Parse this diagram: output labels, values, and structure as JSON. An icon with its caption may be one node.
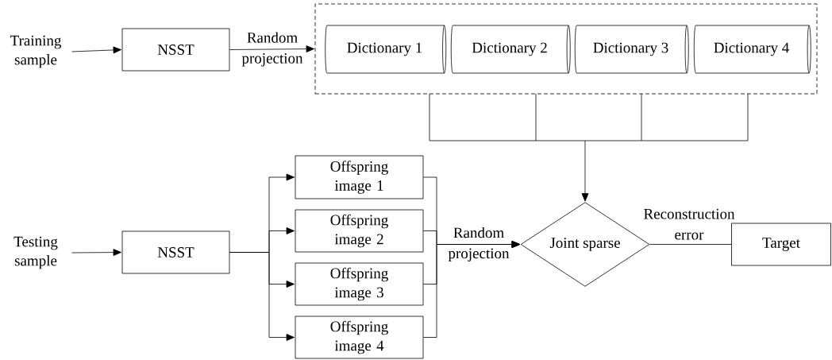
{
  "diagram": {
    "nodes": [
      {
        "text": [
          "Training sample"
        ]
      },
      {
        "text": [
          "NSST"
        ]
      },
      {
        "text": [],
        "shape": "box"
      },
      {
        "text": [
          "Dictionary 1"
        ],
        "in": 2
      },
      {
        "text": [
          "Dictionary 2"
        ],
        "in": 2
      },
      {
        "text": [
          "Dictionary 3"
        ],
        "in": 2
      },
      {
        "text": [
          "Dictionary 4"
        ],
        "in": 2
      },
      {
        "text": [
          "Testing sample"
        ]
      },
      {
        "text": [
          "NSST"
        ]
      },
      {
        "text": [
          "Offspring image 1"
        ]
      },
      {
        "text": [
          "Offspring image 2"
        ]
      },
      {
        "text": [
          "Offspring image 3"
        ]
      },
      {
        "text": [
          "Offspring image 4"
        ]
      },
      {
        "text": [
          "Joint sparse"
        ]
      },
      {
        "text": [
          "Target"
        ]
      }
    ],
    "edges": [
      {
        "from": 0,
        "to": 1,
        "arrow": "to"
      },
      {
        "from": 1,
        "to": 2,
        "arrow": "to",
        "label": "Random projection"
      },
      {
        "from": 2,
        "to": 13,
        "arrow": "to"
      },
      {
        "from": 7,
        "to": 8,
        "arrow": "to"
      },
      {
        "from": 8,
        "to": 9,
        "arrow": "to"
      },
      {
        "from": 8,
        "to": 10,
        "arrow": "to"
      },
      {
        "from": 8,
        "to": 11,
        "arrow": "to"
      },
      {
        "from": 8,
        "to": 12,
        "arrow": "to"
      },
      {
        "from": 9,
        "to": 13,
        "arrow": "to",
        "label": "Random projection"
      },
      {
        "from": 10,
        "to": 13,
        "arrow": "to"
      },
      {
        "from": 11,
        "to": 13,
        "arrow": "to"
      },
      {
        "from": 12,
        "to": 13,
        "arrow": "to"
      },
      {
        "from": 13,
        "to": 14,
        "arrow": "none",
        "label": "Reconstruction error"
      }
    ]
  }
}
